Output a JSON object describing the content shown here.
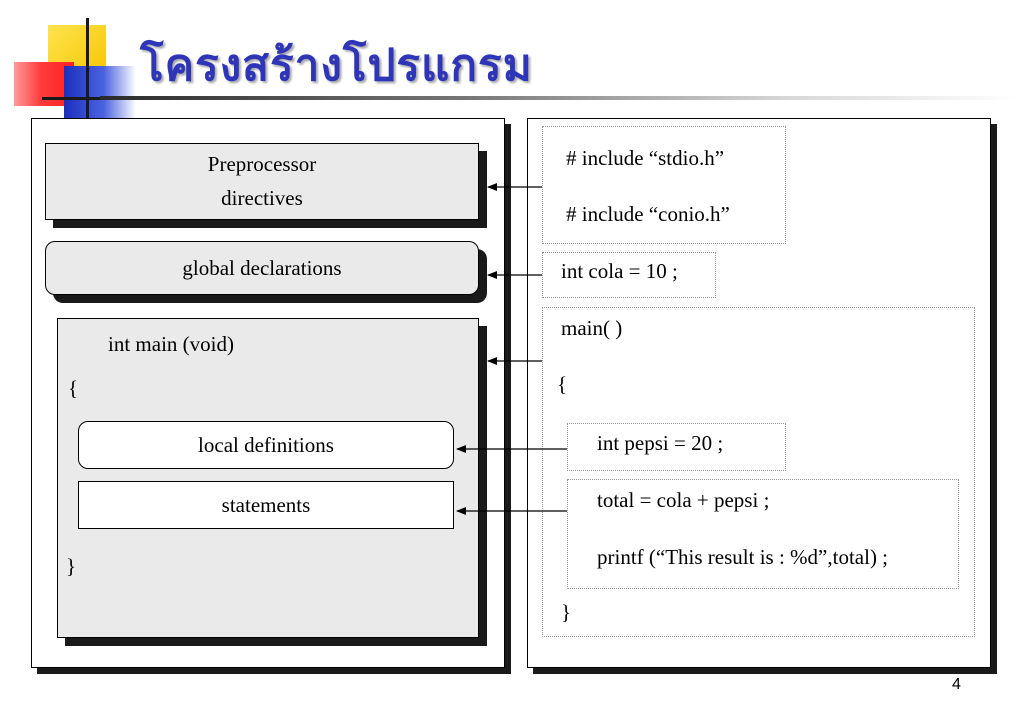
{
  "title": "โครงสร้างโปรแกรม",
  "left_panel": {
    "preprocessor_line1": "Preprocessor",
    "preprocessor_line2": "directives",
    "global_declarations": "global declarations",
    "main_signature": "int  main (void)",
    "open_brace": "{",
    "local_definitions": "local definitions",
    "statements": "statements",
    "close_brace": "}"
  },
  "right_panel": {
    "include_stdio": "# include “stdio.h”",
    "include_conio": "# include “conio.h”",
    "global_var": "int cola = 10 ;",
    "main_call": "main( )",
    "open_brace": "{",
    "local_var": "int pepsi = 20 ;",
    "stmt_total": "total = cola + pepsi ;",
    "stmt_printf": "printf (“This result is : %d”,total) ;",
    "close_brace": "}"
  },
  "page_number": "4",
  "colors": {
    "title": "#2e35b8",
    "box_fill": "#eaeaea",
    "shadow": "#1a1a1a"
  }
}
